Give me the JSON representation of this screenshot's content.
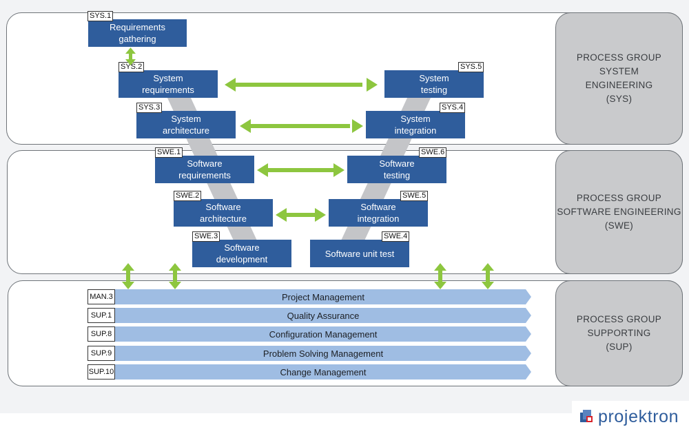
{
  "groups": {
    "sys": {
      "label": "PROCESS GROUP SYSTEM\nENGINEERING\n(SYS)"
    },
    "swe": {
      "label": "PROCESS GROUP\nSOFTWARE ENGINEERING\n(SWE)"
    },
    "sup": {
      "label": "PROCESS GROUP\nSUPPORTING\n(SUP)"
    }
  },
  "processes": {
    "sys1": {
      "code": "SYS.1",
      "label": "Requirements\ngathering"
    },
    "sys2": {
      "code": "SYS.2",
      "label": "System\nrequirements"
    },
    "sys3": {
      "code": "SYS.3",
      "label": "System\narchitecture"
    },
    "sys4": {
      "code": "SYS.4",
      "label": "System\nintegration"
    },
    "sys5": {
      "code": "SYS.5",
      "label": "System\ntesting"
    },
    "swe1": {
      "code": "SWE.1",
      "label": "Software\nrequirements"
    },
    "swe2": {
      "code": "SWE.2",
      "label": "Software\narchitecture"
    },
    "swe3": {
      "code": "SWE.3",
      "label": "Software\ndevelopment"
    },
    "swe4": {
      "code": "SWE.4",
      "label": "Software unit test"
    },
    "swe5": {
      "code": "SWE.5",
      "label": "Software\nintegration"
    },
    "swe6": {
      "code": "SWE.6",
      "label": "Software\ntesting"
    }
  },
  "supporting": [
    {
      "code": "MAN.3",
      "label": "Project Management"
    },
    {
      "code": "SUP.1",
      "label": "Quality Assurance"
    },
    {
      "code": "SUP.8",
      "label": "Configuration Management"
    },
    {
      "code": "SUP.9",
      "label": "Problem Solving Management"
    },
    {
      "code": "SUP.10",
      "label": "Change Management"
    }
  ],
  "colors": {
    "process_box": "#2f5d9c",
    "supporting_arrow": "#9fbde3",
    "connector_arrow": "#8dc63f",
    "v_shape": "#c4c5c8",
    "group_label_bg": "#c9cacc"
  },
  "logo": {
    "text": "projektron"
  }
}
